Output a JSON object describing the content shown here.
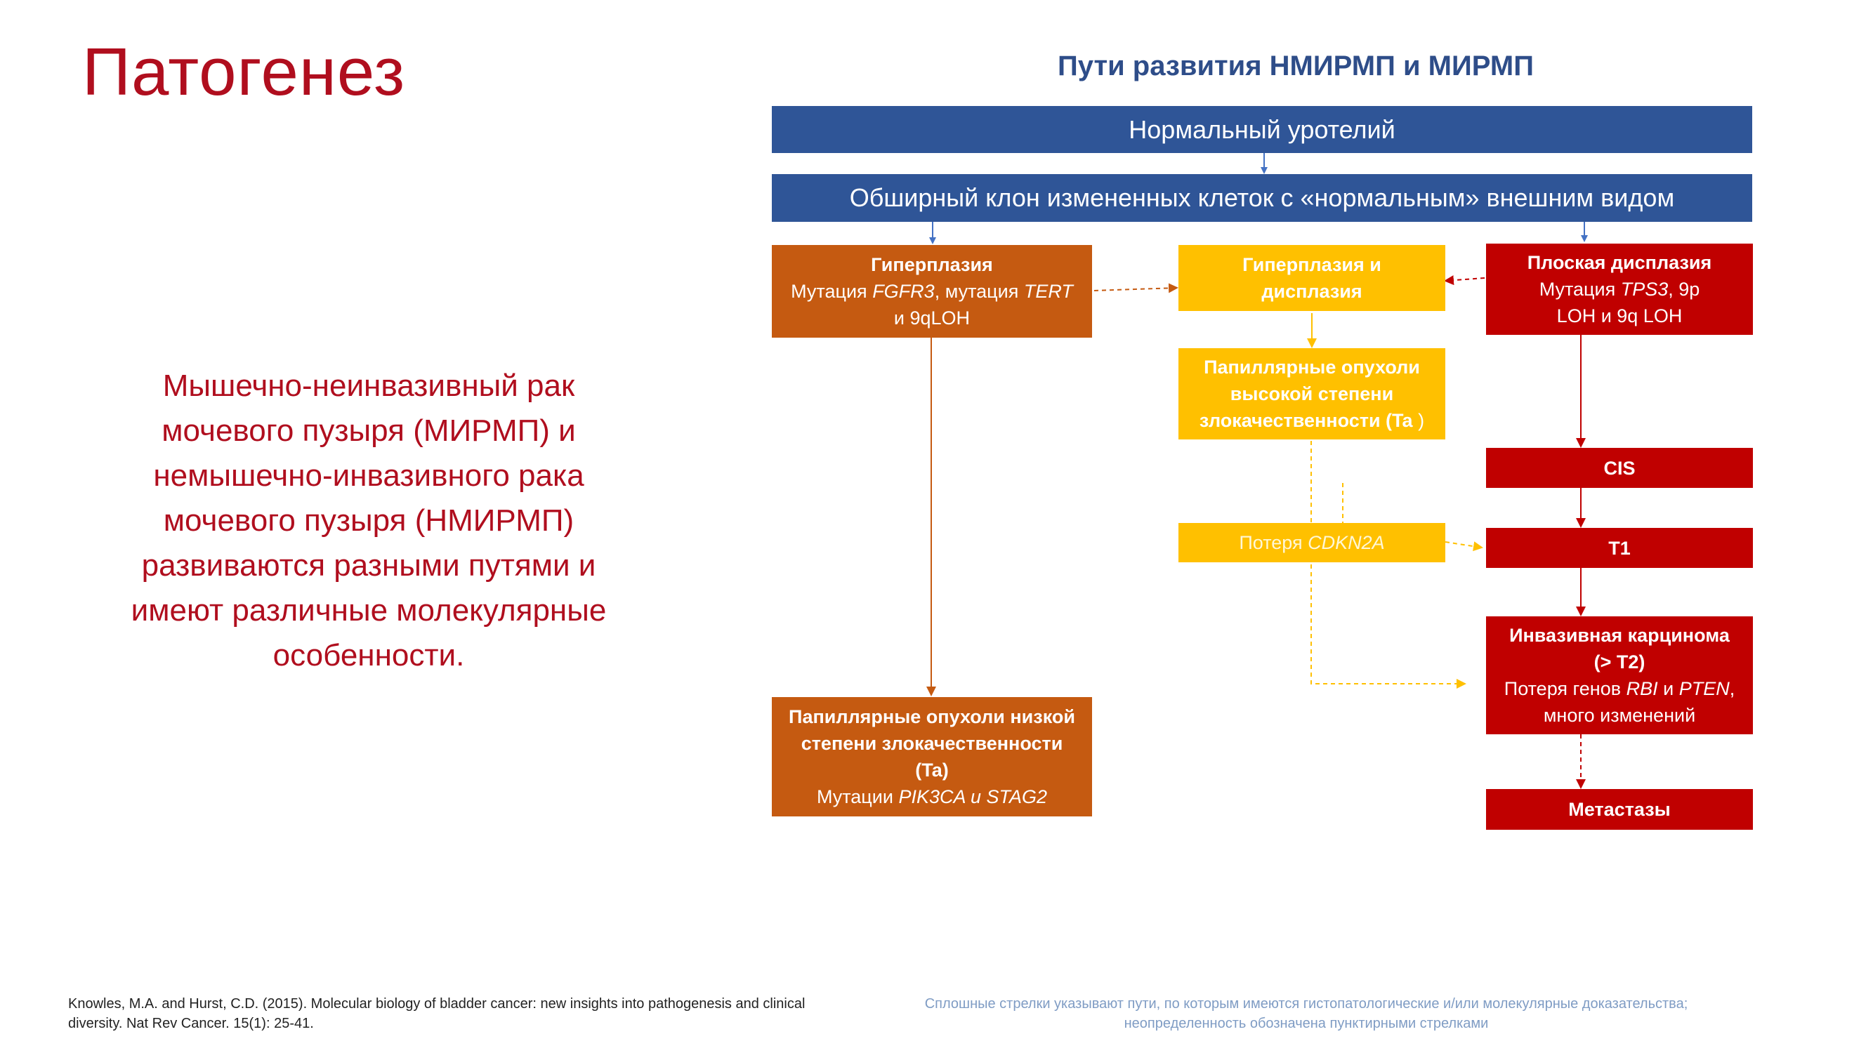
{
  "slide": {
    "title": "Патогенез",
    "diagram_title": "Пути развития НМИРМП и МИРМП",
    "description_lines": [
      "Мышечно-неинвазивный рак",
      "мочевого пузыря (МИРМП) и",
      "немышечно-инвазивного рака",
      "мочевого пузыря (НМИРМП)",
      "развиваются разными путями и",
      "имеют различные молекулярные",
      "особенности."
    ]
  },
  "diagram": {
    "normal_urothelium": "Нормальный уротелий",
    "extensive_clone": "Обширный клон измененных клеток с «нормальным» внешним видом",
    "hyperplasia": {
      "title": "Гиперплазия",
      "line2_prefix": "Мутация ",
      "line2_gene1": "FGFR3",
      "line2_mid": ", мутация ",
      "line2_gene2": "TERT",
      "line3": "и 9qLOH"
    },
    "hyperplasia_dysplasia": {
      "line1": "Гиперплазия и",
      "line2": "дисплазия"
    },
    "flat_dysplasia": {
      "title": "Плоская дисплазия",
      "line2_prefix": "Мутация ",
      "line2_gene": "TPS3",
      "line2_suffix": ", 9p",
      "line3": "LOH и 9q LOH"
    },
    "papillary_high": {
      "line1": "Папиллярные опухоли",
      "line2": "высокой степени",
      "line3_bold": "злокачественности (Ta",
      "line3_tail": " )"
    },
    "cis": "CIS",
    "cdkn2a": {
      "prefix": "Потеря ",
      "gene": "CDKN2A"
    },
    "t1": "T1",
    "invasive": {
      "line1": "Инвазивная карцинома",
      "line2": "(> T2)",
      "line3_prefix": "Потеря генов ",
      "line3_gene1": "RBI",
      "line3_mid": " и ",
      "line3_gene2": "PTEN",
      "line3_suffix": ",",
      "line4": "много изменений"
    },
    "papillary_low": {
      "line1": "Папиллярные опухоли низкой",
      "line2": "степени злокачественности",
      "line3": "(Ta)",
      "line4_prefix": "Мутации ",
      "line4_genes": "PIK3CA и STAG2"
    },
    "metastases": "Метастазы"
  },
  "footer": {
    "reference_line1": "Knowles, M.A. and Hurst, C.D. (2015). Molecular biology of bladder cancer: new insights into pathogenesis and clinical",
    "reference_line2": "diversity. Nat Rev Cancer. 15(1): 25-41.",
    "note_line1": "Сплошные стрелки указывают пути, по которым имеются гистопатологические и/или молекулярные доказательства;",
    "note_line2": "неопределенность обозначена пунктирными стрелками"
  },
  "colors": {
    "blue": "#2f5597",
    "orange": "#c55a11",
    "yellow": "#ffc000",
    "red": "#c00000",
    "title_red": "#b00e1e"
  }
}
